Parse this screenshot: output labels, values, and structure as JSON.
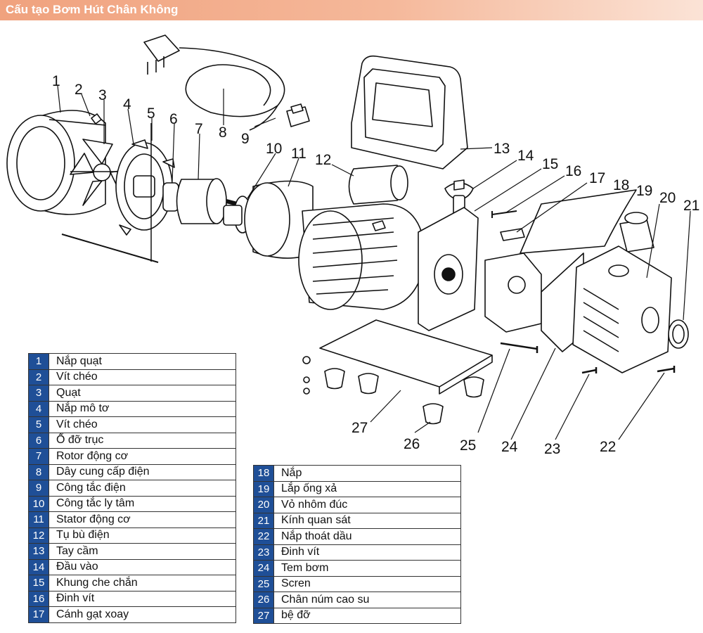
{
  "header": {
    "title": "Cấu tạo Bơm Hút Chân Không"
  },
  "callouts": [
    "1",
    "2",
    "3",
    "4",
    "5",
    "6",
    "7",
    "8",
    "9",
    "10",
    "11",
    "12",
    "13",
    "14",
    "15",
    "16",
    "17",
    "18",
    "19",
    "20",
    "21",
    "22",
    "23",
    "24",
    "25",
    "26",
    "27"
  ],
  "legend_left": [
    {
      "num": "1",
      "label": "Nắp quạt"
    },
    {
      "num": "2",
      "label": "Vít chéo"
    },
    {
      "num": "3",
      "label": "Quạt"
    },
    {
      "num": "4",
      "label": "Nắp mô tơ"
    },
    {
      "num": "5",
      "label": "Vít chéo"
    },
    {
      "num": "6",
      "label": "Ổ đỡ trục"
    },
    {
      "num": "7",
      "label": "Rotor động cơ"
    },
    {
      "num": "8",
      "label": "Dây cung cấp điện"
    },
    {
      "num": "9",
      "label": "Công tắc điện"
    },
    {
      "num": "10",
      "label": "Công tắc ly tâm"
    },
    {
      "num": "11",
      "label": "Stator động cơ"
    },
    {
      "num": "12",
      "label": "Tụ bù điện"
    },
    {
      "num": "13",
      "label": "Tay cầm"
    },
    {
      "num": "14",
      "label": "Đầu vào"
    },
    {
      "num": "15",
      "label": "Khung che chắn"
    },
    {
      "num": "16",
      "label": "Đinh vít"
    },
    {
      "num": "17",
      "label": "Cánh gạt xoay"
    }
  ],
  "legend_right": [
    {
      "num": "18",
      "label": "Nắp"
    },
    {
      "num": "19",
      "label": "Lắp ống xả"
    },
    {
      "num": "20",
      "label": "Vỏ nhôm đúc"
    },
    {
      "num": "21",
      "label": "Kính quan sát"
    },
    {
      "num": "22",
      "label": "Nắp thoát dầu"
    },
    {
      "num": "23",
      "label": "Đinh vít"
    },
    {
      "num": "24",
      "label": "Tem bơm"
    },
    {
      "num": "25",
      "label": "Scren"
    },
    {
      "num": "26",
      "label": "Chân núm cao su"
    },
    {
      "num": "27",
      "label": "bệ đỡ"
    }
  ]
}
